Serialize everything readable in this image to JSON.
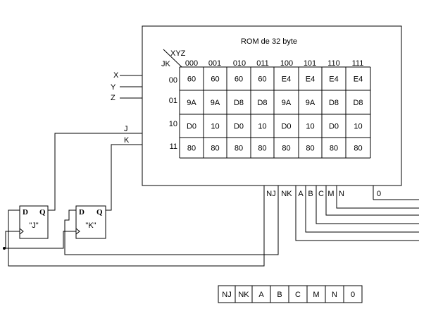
{
  "rom": {
    "title": "ROM  de  32  byte",
    "corner_col_label": "XYZ",
    "corner_row_label": "JK",
    "col_headers": [
      "000",
      "001",
      "010",
      "011",
      "100",
      "101",
      "110",
      "111"
    ],
    "row_headers": [
      "00",
      "01",
      "10",
      "11"
    ],
    "cells": [
      [
        "60",
        "60",
        "60",
        "60",
        "E4",
        "E4",
        "E4",
        "E4"
      ],
      [
        "9A",
        "9A",
        "D8",
        "D8",
        "9A",
        "9A",
        "D8",
        "D8"
      ],
      [
        "D0",
        "10",
        "D0",
        "10",
        "D0",
        "10",
        "D0",
        "10"
      ],
      [
        "80",
        "80",
        "80",
        "80",
        "80",
        "80",
        "80",
        "80"
      ]
    ]
  },
  "inputs": [
    "X",
    "Y",
    "Z",
    "J",
    "K"
  ],
  "outputs": [
    "NJ",
    "NK",
    "A",
    "B",
    "C",
    "M",
    "N",
    "0"
  ],
  "flipflops": [
    {
      "d_label": "D",
      "q_label": "Q",
      "name": "\"J\""
    },
    {
      "d_label": "D",
      "q_label": "Q",
      "name": "\"K\""
    }
  ],
  "output_word": [
    "NJ",
    "NK",
    "A",
    "B",
    "C",
    "M",
    "N",
    "0"
  ]
}
